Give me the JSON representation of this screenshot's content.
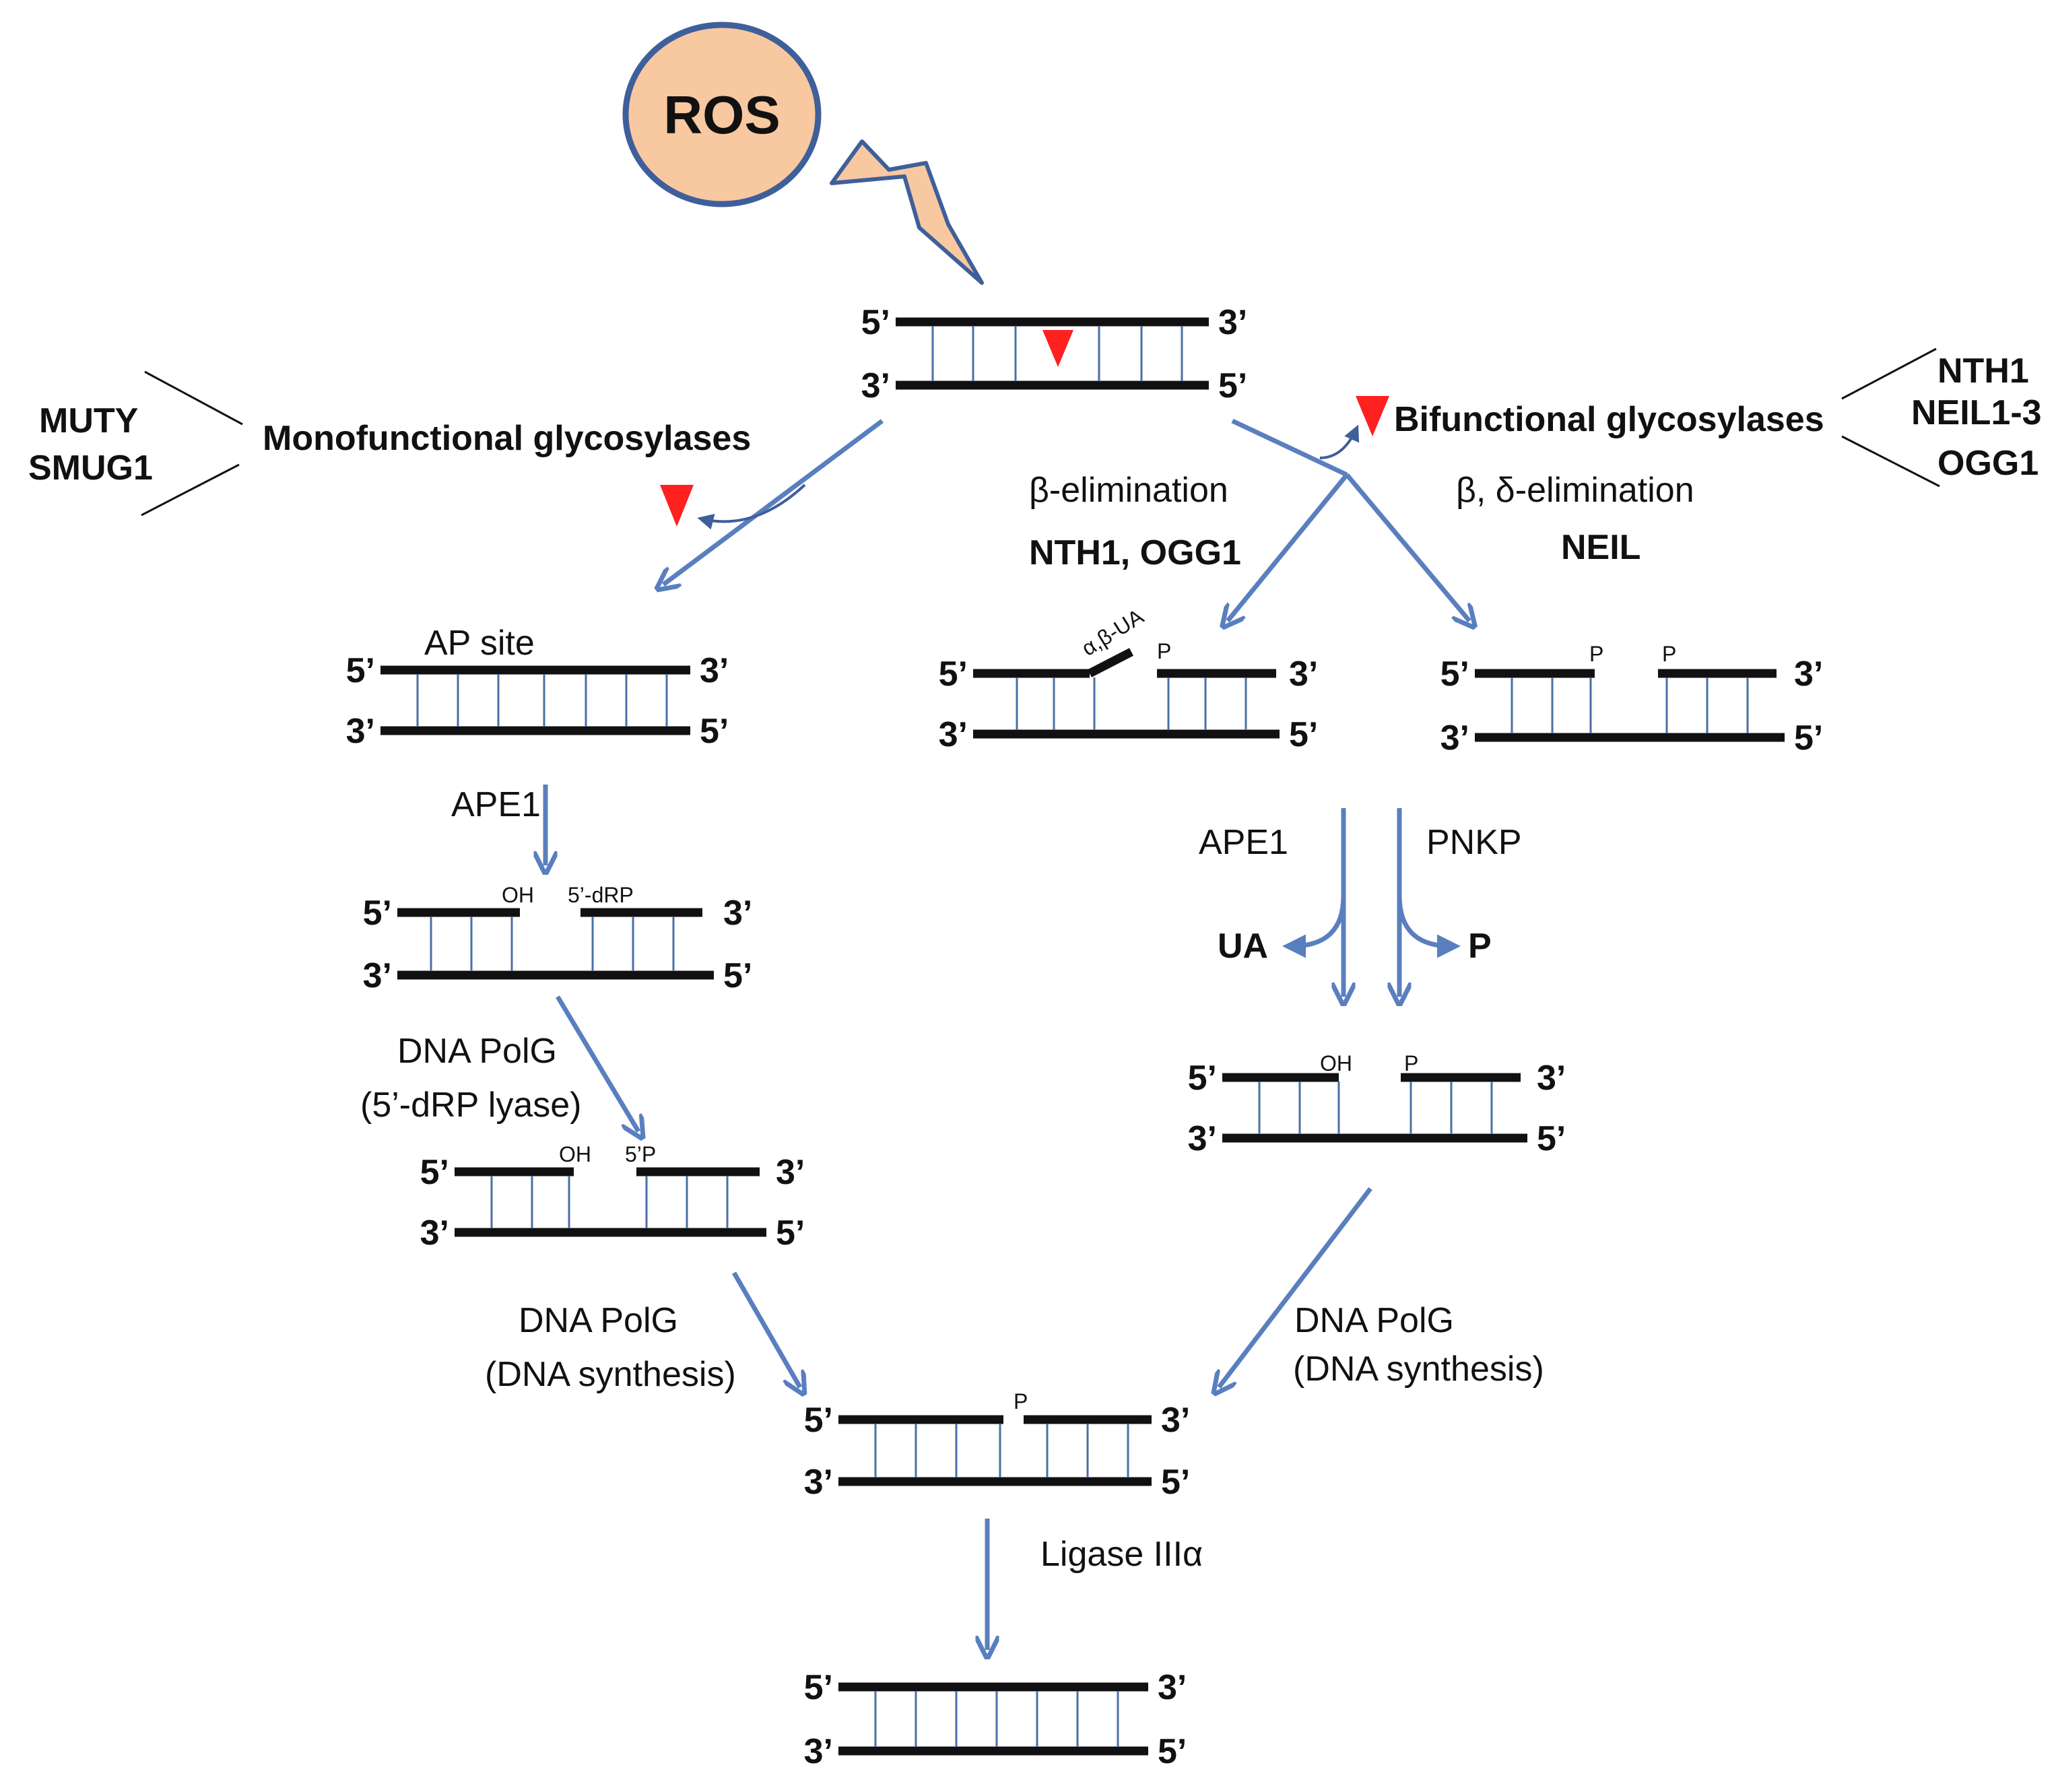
{
  "ros": "ROS",
  "strand_ends": {
    "five": "5’",
    "three": "3’"
  },
  "left_enzymes": [
    "MUTY",
    "SMUG1"
  ],
  "right_enzymes": [
    "NTH1",
    "NEIL1-3",
    "OGG1"
  ],
  "mono_label": "Monofunctional glycosylases",
  "bi_label": "Bifunctional glycosylases",
  "beta_elim": "β-elimination",
  "beta_elim_enzymes": "NTH1, OGG1",
  "beta_delta_elim": "β, δ-elimination",
  "beta_delta_enzymes": "NEIL",
  "ap_site": "AP site",
  "alpha_beta_ua": "α,β-UA",
  "p": "P",
  "oh": "OH",
  "five_drp": "5’-dRP",
  "five_p": "5’P",
  "ape1_left": "APE1",
  "ape1_right": "APE1",
  "pnkp": "PNKP",
  "ua": "UA",
  "p_bold": "P",
  "polg_lyase_1": "DNA PolG",
  "polg_lyase_2": "(5’-dRP lyase)",
  "polg_syn_left_1": "DNA PolG",
  "polg_syn_left_2": "(DNA synthesis)",
  "polg_syn_right_1": "DNA PolG",
  "polg_syn_right_2": "(DNA synthesis)",
  "ligase": "Ligase IIIα",
  "colors": {
    "arrow": "#5a7fbf",
    "ros_fill": "#f8c8a0",
    "ros_stroke": "#3f5f9a",
    "lesion": "#ff2020",
    "tick": "#4a6fa5"
  }
}
